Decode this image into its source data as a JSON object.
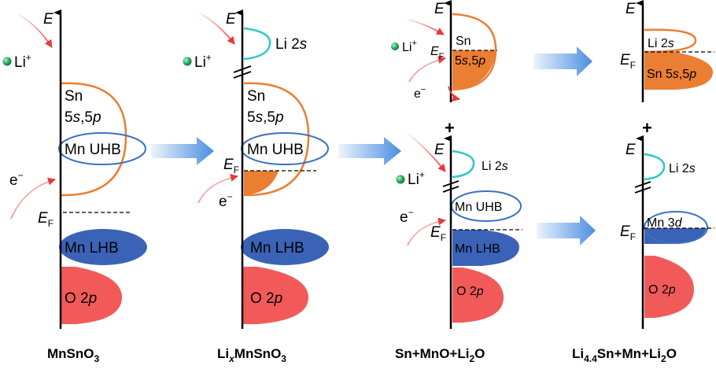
{
  "axis_label": "E",
  "fermi": {
    "main": "E",
    "sub": "F"
  },
  "li_ion": {
    "main": "Li",
    "sup": "+"
  },
  "electron": {
    "main": "e",
    "sup": "−"
  },
  "plus_sign": "+",
  "band_labels": {
    "sn": "Sn",
    "sn_orbitals": {
      "n1": "5",
      "s": "s",
      "sep": ",",
      "n2": "5",
      "p": "p"
    },
    "sn_full": {
      "prefix": "Sn 5",
      "s": "s",
      "sep": ",5",
      "p": "p"
    },
    "mn_uhb": "Mn UHB",
    "mn_lhb": "Mn LHB",
    "o2p": {
      "main": "O 2",
      "ital": "p"
    },
    "li2s": {
      "main": "Li 2",
      "ital": "s"
    },
    "mn3d": {
      "main": "Mn 3",
      "ital": "d"
    }
  },
  "captions": {
    "mnsno3": {
      "a": "MnSnO",
      "sub": "3"
    },
    "limnsno3": {
      "a": "Li",
      "sub1": "x",
      "b": "MnSnO",
      "sub2": "3"
    },
    "mix1": {
      "a": "Sn+MnO+Li",
      "sub": "2",
      "b": "O"
    },
    "mix2": {
      "a": "Li",
      "sub1": "4.4",
      "b": "Sn+Mn+Li",
      "sub2": "2",
      "c": "O"
    }
  },
  "colors": {
    "orange": "#ea7e32",
    "blue_fill": "#3a63b8",
    "blue_line": "#3f6fc2",
    "red": "#f25a5a",
    "cyan": "#2ec8c8",
    "arrow_blue": "#4a8ee0",
    "red_arrow": "#e83a3a"
  }
}
